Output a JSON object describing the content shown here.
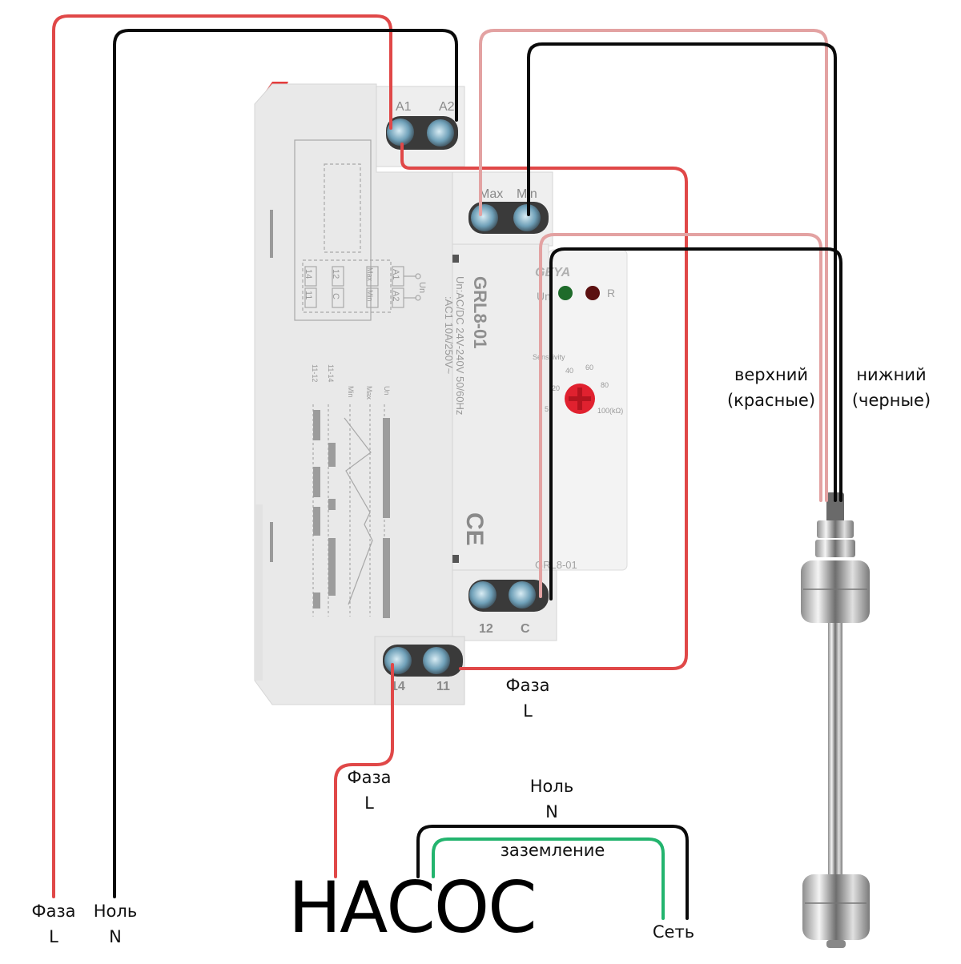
{
  "device": {
    "brand": "GEYA",
    "model": "GRL8-01",
    "model_front": "GRL8-01",
    "rating_line1": "Un:AC/DC 24V-240V 50/60Hz",
    "rating_line2": ":AC1 10A/250V~",
    "ce_mark": "CE",
    "terminals": {
      "a1": "A1",
      "a2": "A2",
      "max": "Max",
      "min": "Min",
      "t12": "12",
      "c": "C",
      "t14": "14",
      "t11": "11"
    },
    "leds": {
      "power": "Un",
      "relay": "R"
    },
    "sensitivity": {
      "label": "Sensitivity",
      "scale": [
        "5",
        "20",
        "40",
        "60",
        "80",
        "100(kΩ)"
      ]
    },
    "schematic": {
      "boxes": [
        "14",
        "11",
        "12",
        "C",
        "Max",
        "Min",
        "A1",
        "A2"
      ],
      "supply": "Un",
      "timing_labels": [
        "Un",
        "Max",
        "Min",
        "11-14",
        "11-12"
      ]
    }
  },
  "labels": {
    "supply_phase": {
      "line1": "Фаза",
      "line2": "L"
    },
    "supply_neutral": {
      "line1": "Ноль",
      "line2": "N"
    },
    "t11_phase": {
      "line1": "Фаза",
      "line2": "L"
    },
    "pump_phase": {
      "line1": "Фаза",
      "line2": "L"
    },
    "pump_neutral": {
      "line1": "Ноль",
      "line2": "N"
    },
    "ground": "заземление",
    "mains": "Сеть",
    "pump": "НАСОС",
    "upper_sensor": {
      "line1": "верхний",
      "line2": "(красные)"
    },
    "lower_sensor": {
      "line1": "нижний",
      "line2": "(черные)"
    }
  },
  "colors": {
    "phase_wire": "#e04848",
    "neutral_wire": "#0a0a0a",
    "upper_sensor_wire": "#e3a2a2",
    "ground_wire": "#23b46e",
    "housing": "#ececec",
    "dial": "#e02030"
  }
}
